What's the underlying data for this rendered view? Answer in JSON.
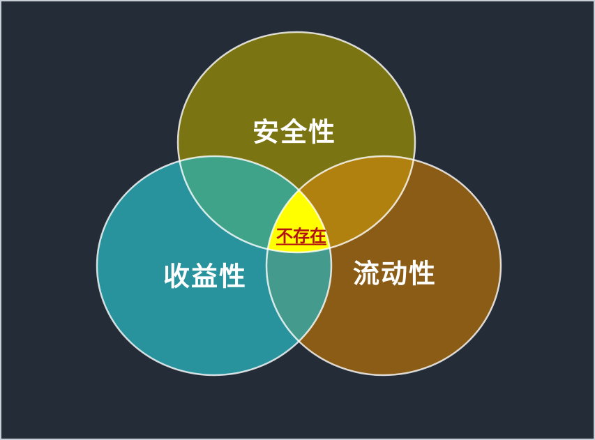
{
  "slide": {
    "background": "#242c37",
    "border_color": "#c9cfd6"
  },
  "venn": {
    "title": "",
    "outline_color": "#ffffff",
    "label_color": "#ffffff",
    "circles": [
      {
        "name": "safety",
        "label": "安全性",
        "fill": "#7b7412"
      },
      {
        "name": "profitability",
        "label": "收益性",
        "fill": "#28939c"
      },
      {
        "name": "liquidity",
        "label": "流动性",
        "fill": "#8a5c15"
      }
    ],
    "overlaps": {
      "safety_profitability": "#3fa38a",
      "safety_liquidity": "#b0810f",
      "profitability_liquidity": "#459a8e",
      "all_three": "#ffff00"
    },
    "center_label": {
      "text": "不存在",
      "color": "#b31212"
    }
  }
}
